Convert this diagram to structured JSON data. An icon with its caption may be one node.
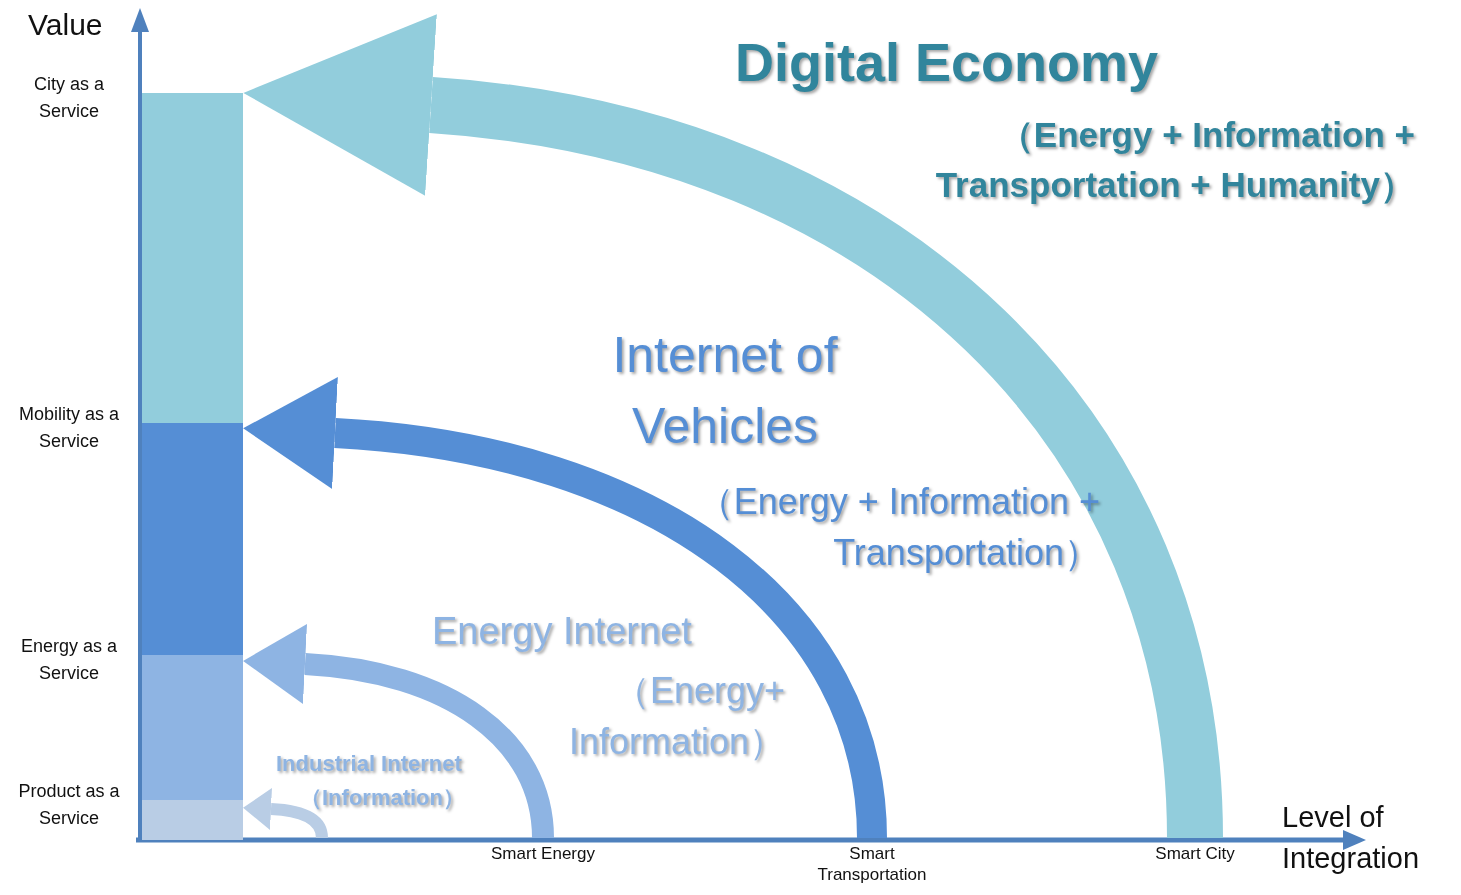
{
  "diagram": {
    "nodes": [
      {
        "text": [],
        "shape": "bar",
        "beside": [
          "Product as a Service"
        ]
      },
      {
        "text": [],
        "shape": "bar",
        "beside": [
          "Energy as a Service"
        ]
      },
      {
        "text": [],
        "shape": "bar",
        "beside": [
          "Mobility as a Service"
        ]
      },
      {
        "text": [],
        "shape": "bar",
        "beside": [
          "City as a Service"
        ]
      },
      {
        "text": [
          "Smart Energy"
        ]
      },
      {
        "text": [
          "Smart Transportation"
        ]
      },
      {
        "text": [
          "Smart City"
        ]
      }
    ],
    "edges": [
      {
        "from": null,
        "to": 0,
        "arrow": "to",
        "color": "#b9cde5"
      },
      {
        "from": 4,
        "to": 1,
        "arrow": "to",
        "color": "#8eb4e3"
      },
      {
        "from": 5,
        "to": 2,
        "arrow": "to",
        "color": "#558ed5"
      },
      {
        "from": 6,
        "to": 3,
        "arrow": "to",
        "style": "thick",
        "color": "#92cddc"
      }
    ],
    "labels": [
      "Value",
      "Digital Economy",
      "（Energy + Information + Transportation + Humanity）",
      "Internet of Vehicles",
      "（Energy + Information + Transportation）",
      "Energy Internet",
      "（Energy+ Information）",
      "Industrial Internet",
      "（Information）",
      "Level of Integration"
    ]
  }
}
